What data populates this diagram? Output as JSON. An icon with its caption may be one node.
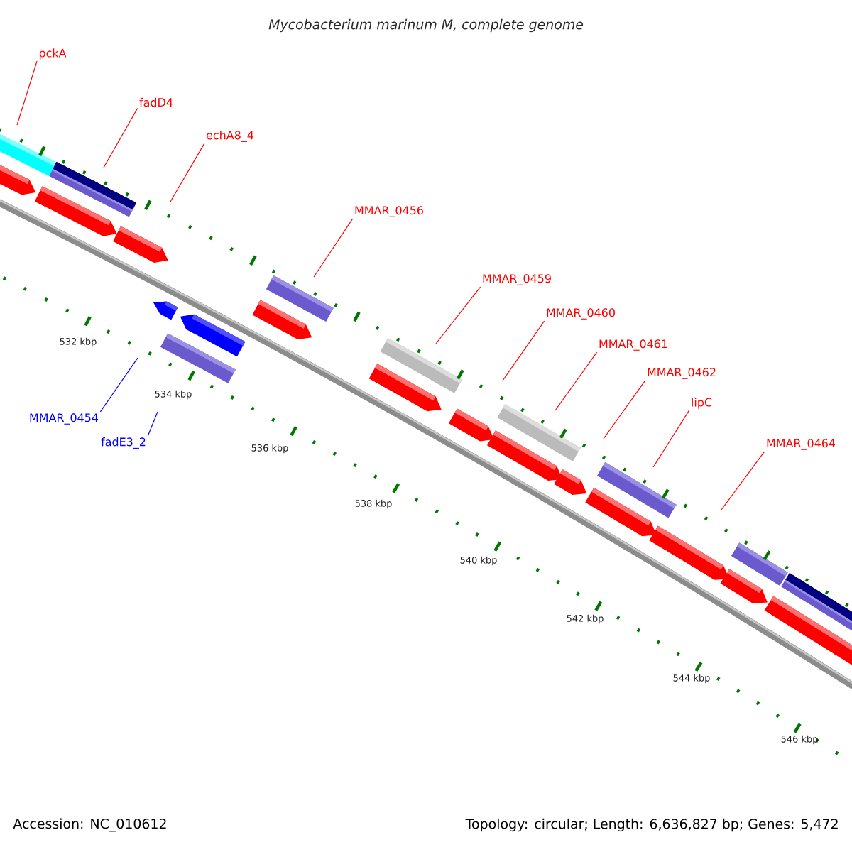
{
  "diagram": {
    "title": "Mycobacterium marinum M, complete genome",
    "nodes": [
      {
        "text": [
          "pckA"
        ]
      },
      {
        "text": [
          "fadD4"
        ]
      },
      {
        "text": [
          "echA8_4"
        ]
      },
      {
        "text": [
          "MMAR_0456"
        ]
      },
      {
        "text": [
          "MMAR_0459"
        ]
      },
      {
        "text": [
          "MMAR_0460"
        ]
      },
      {
        "text": [
          "MMAR_0461"
        ]
      },
      {
        "text": [
          "MMAR_0462"
        ]
      },
      {
        "text": [
          "lipC"
        ]
      },
      {
        "text": [
          "MMAR_0454"
        ]
      },
      {
        "text": [
          "fadE3_2"
        ]
      },
      {
        "text": [
          "MMAR_0464"
        ]
      }
    ],
    "edges": [
      {
        "from": 0,
        "to": null,
        "arrow": "none"
      },
      {
        "from": 1,
        "to": null,
        "arrow": "none"
      },
      {
        "from": 2,
        "to": null,
        "arrow": "none"
      },
      {
        "from": 3,
        "to": null,
        "arrow": "none"
      },
      {
        "from": 4,
        "to": null,
        "arrow": "none"
      },
      {
        "from": 5,
        "to": null,
        "arrow": "none"
      },
      {
        "from": 6,
        "to": null,
        "arrow": "none"
      },
      {
        "from": 7,
        "to": null,
        "arrow": "none"
      },
      {
        "from": 8,
        "to": null,
        "arrow": "none"
      },
      {
        "from": 9,
        "to": null,
        "arrow": "none",
        "color": "#0000ff"
      },
      {
        "from": 10,
        "to": null,
        "arrow": "none",
        "color": "#0000ff"
      },
      {
        "from": 11,
        "to": null,
        "arrow": "none"
      }
    ],
    "labels": [
      "532 kbp",
      "534 kbp",
      "536 kbp",
      "538 kbp",
      "540 kbp",
      "542 kbp",
      "544 kbp",
      "546 kbp",
      "Accession: NC_010612",
      "Topology: circular; Length: 6,636,827 bp; Genes: 5,472"
    ]
  }
}
